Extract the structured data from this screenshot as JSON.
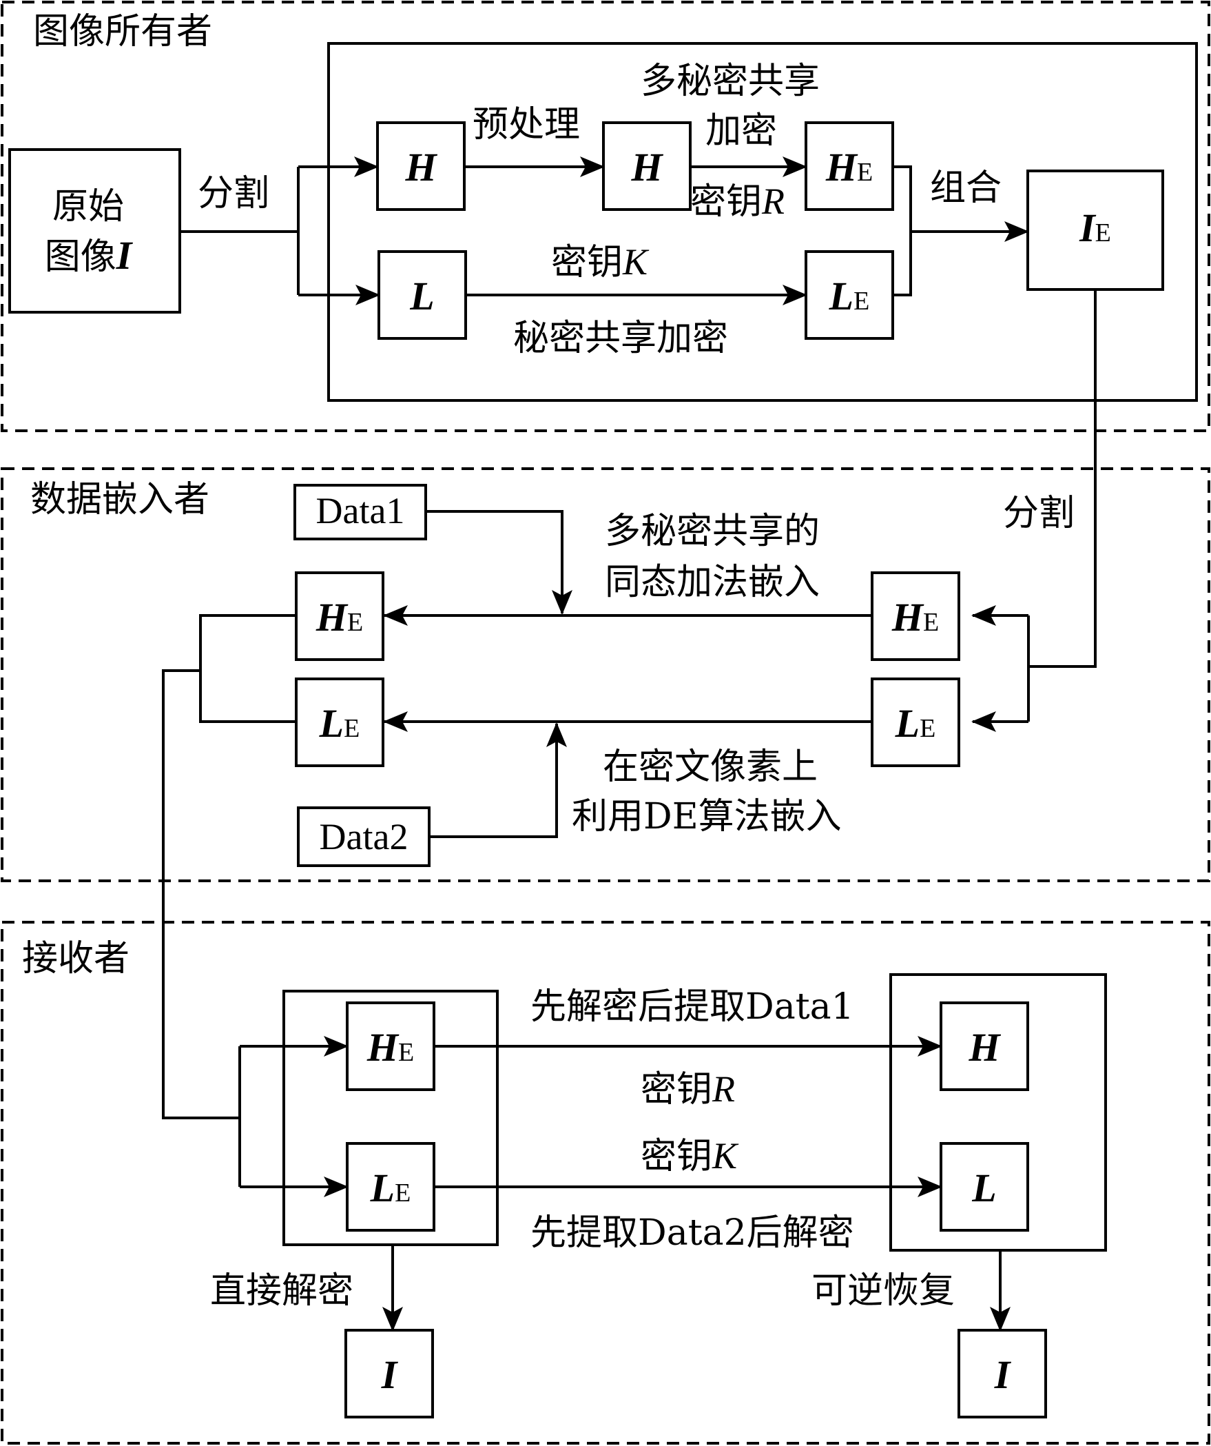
{
  "sections": {
    "owner": "图像所有者",
    "embedder": "数据嵌入者",
    "receiver": "接收者"
  },
  "owner": {
    "original_line1": "原始",
    "original_line2": "图像",
    "original_var": "I",
    "split": "分割",
    "preprocess": "预处理",
    "multi_secret_line1": "多秘密共享",
    "multi_secret_line2": "加密",
    "key_r": "密钥",
    "key_r_var": "R",
    "key_k": "密钥",
    "key_k_var": "K",
    "secret_share_encrypt": "秘密共享加密",
    "combine": "组合",
    "h": "H",
    "l": "L",
    "sub_e": "E",
    "i": "I"
  },
  "embedder": {
    "data1": "Data1",
    "data2": "Data2",
    "split": "分割",
    "homo_line1": "多秘密共享的",
    "homo_line2": "同态加法嵌入",
    "de_line1": "在密文像素上",
    "de_line2": "利用DE算法嵌入"
  },
  "receiver": {
    "decrypt_first": "先解密后提取Data1",
    "key_r": "密钥",
    "key_r_var": "R",
    "key_k": "密钥",
    "key_k_var": "K",
    "extract_first": "先提取Data2后解密",
    "direct_decrypt": "直接解密",
    "reversible": "可逆恢复"
  }
}
